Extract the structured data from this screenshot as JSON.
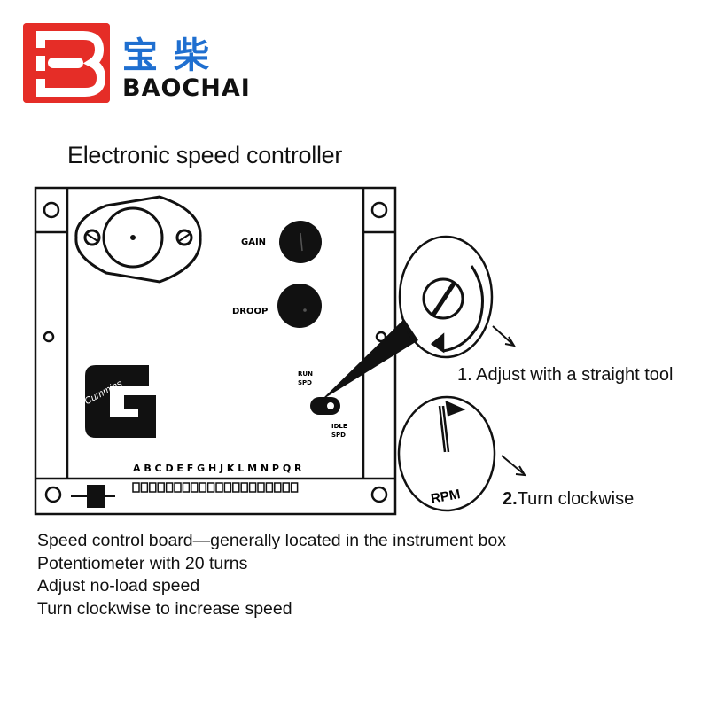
{
  "brand": {
    "name_cn": "宝柴",
    "name_en": "BAOCHAI"
  },
  "title": "Electronic speed controller",
  "board": {
    "gain_label": "GAIN",
    "droop_label": "DROOP",
    "run_spd_label": "RUN\nSPD",
    "idle_spd_label": "IDLE\nSPD",
    "terminal_letters": "A B C D E F G H J K L M N P Q R",
    "logo_text": "Cummins"
  },
  "dial": {
    "rpm_label": "RPM"
  },
  "steps": {
    "step1": "1. Adjust with a straight tool",
    "step2_num": "2.",
    "step2_text": "Turn clockwise"
  },
  "notes": [
    "Speed control board—generally located in the instrument box",
    "Potentiometer with 20 turns",
    "Adjust no-load speed",
    "Turn clockwise to increase speed"
  ],
  "colors": {
    "brand_red": "#e52d27",
    "brand_blue": "#1f6fd0",
    "ink": "#111111"
  }
}
